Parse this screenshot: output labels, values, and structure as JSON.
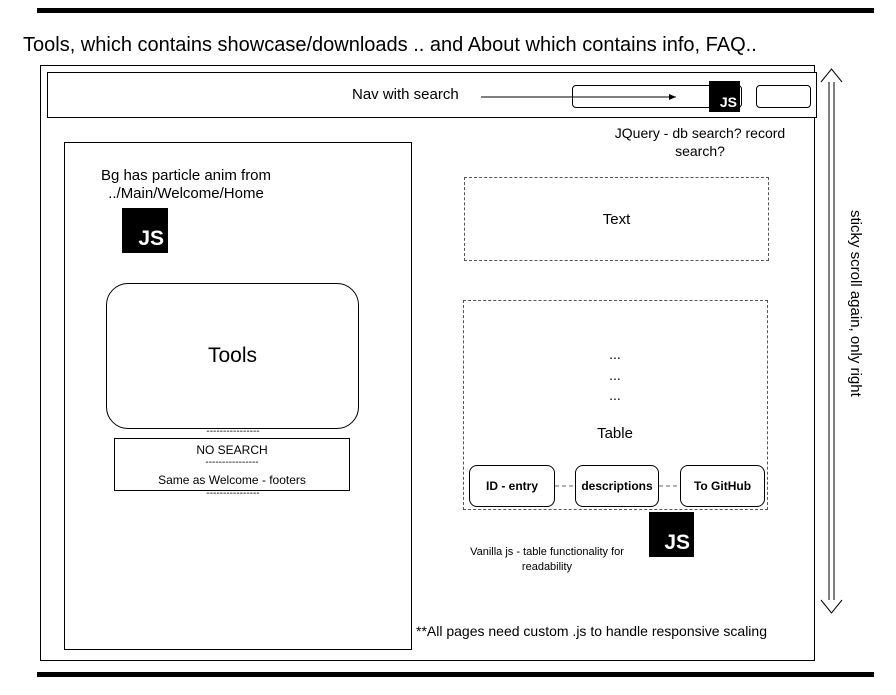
{
  "header": {
    "title": "Tools, which contains showcase/downloads .. and About which contains info, FAQ.."
  },
  "nav": {
    "label": "Nav with search",
    "jquery_note_line1": "JQuery - db search? record",
    "jquery_note_line2": "search?"
  },
  "logos": {
    "js_text": "JS"
  },
  "left_panel": {
    "bg_note_line1": "Bg has particle anim from",
    "bg_note_line2": "../Main/Welcome/Home",
    "tools_label": "Tools",
    "footer_dashes_top": "----------------",
    "footer_no_search": "NO SEARCH",
    "footer_dashes_mid": "----------------",
    "footer_same_as": "Same as Welcome - footers",
    "footer_dashes_bottom": "----------------"
  },
  "right_panel": {
    "text_box_label": "Text",
    "ellipsis_1": "...",
    "ellipsis_2": "...",
    "ellipsis_3": "...",
    "table_label": "Table",
    "columns": [
      "ID - entry",
      "descriptions",
      "To GitHub"
    ],
    "vanilla_note_line1": "Vanilla js - table functionality for",
    "vanilla_note_line2": "readability"
  },
  "side_note": "sticky scroll again, only right",
  "footer_note": "**All pages need custom .js to handle responsive scaling"
}
